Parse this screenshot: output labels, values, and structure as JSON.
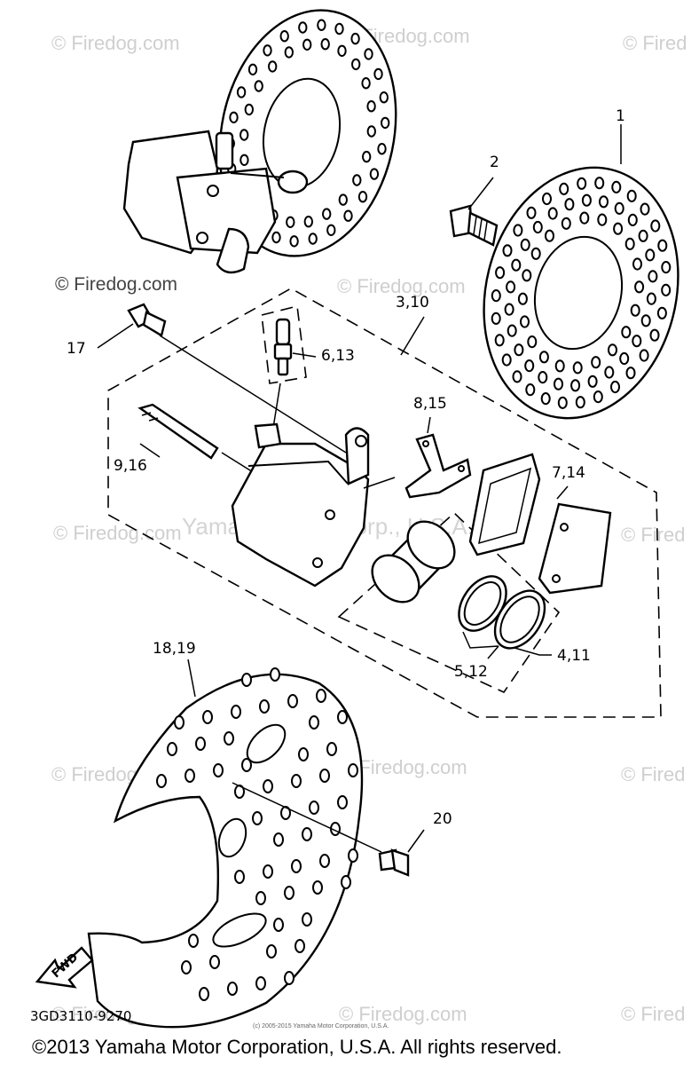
{
  "watermarks": {
    "firedog": "© Firedog.com",
    "firedog_cut": "© Fired",
    "yamaha": "Yamaha Motor Corp., U.S.A."
  },
  "callouts": {
    "c1": "1",
    "c2": "2",
    "c3_10": "3,10",
    "c17": "17",
    "c6_13": "6,13",
    "c8_15": "8,15",
    "c9_16": "9,16",
    "c7_14": "7,14",
    "c4_11": "4,11",
    "c5_12": "5,12",
    "c18_19": "18,19",
    "c20": "20"
  },
  "fwd_label": "FWD",
  "diagram_code": "3GD3110-9270",
  "small_notice": "(c) 2005-2015 Yamaha Motor Corporation, U.S.A.",
  "copyright": "©2013 Yamaha Motor Corporation, U.S.A. All rights reserved."
}
